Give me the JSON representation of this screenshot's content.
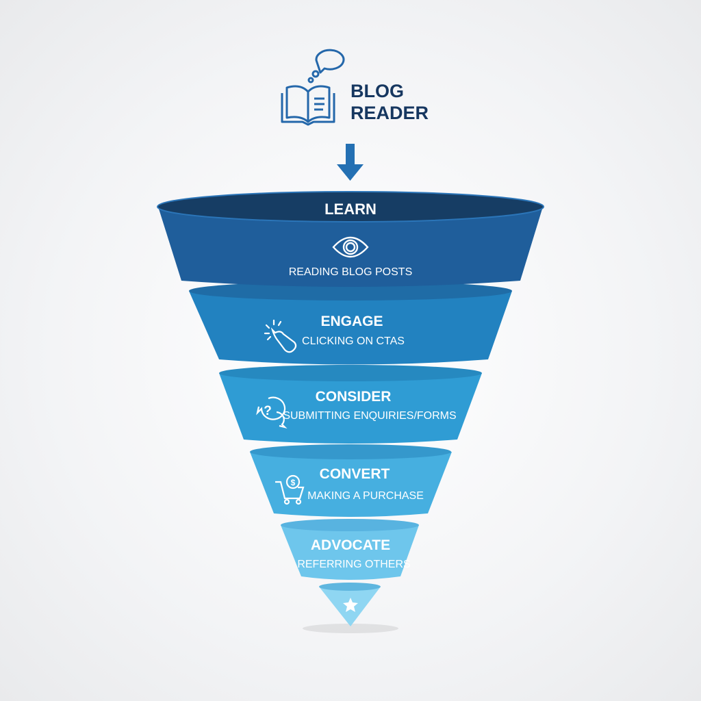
{
  "header": {
    "title_line1": "BLOG",
    "title_line2": "READER",
    "icon": "open-book-thought-icon"
  },
  "colors": {
    "dark": "#163760",
    "stage1": "#1f5e9b",
    "stage2": "#2282c0",
    "stage3": "#2f9cd4",
    "stage4": "#46afe0",
    "stage5": "#6ec6ec",
    "tip": "#8fd6f2"
  },
  "stages": [
    {
      "title": "LEARN",
      "subtitle": "READING BLOG POSTS",
      "icon": "eye-icon"
    },
    {
      "title": "ENGAGE",
      "subtitle": "CLICKING ON CTAS",
      "icon": "click-pointer-icon"
    },
    {
      "title": "CONSIDER",
      "subtitle": "SUBMITTING ENQUIRIES/FORMS",
      "icon": "question-chat-icon"
    },
    {
      "title": "CONVERT",
      "subtitle": "MAKING A PURCHASE",
      "icon": "shopping-cart-dollar-icon"
    },
    {
      "title": "ADVOCATE",
      "subtitle": "REFERRING OTHERS",
      "icon": "star-icon"
    }
  ]
}
